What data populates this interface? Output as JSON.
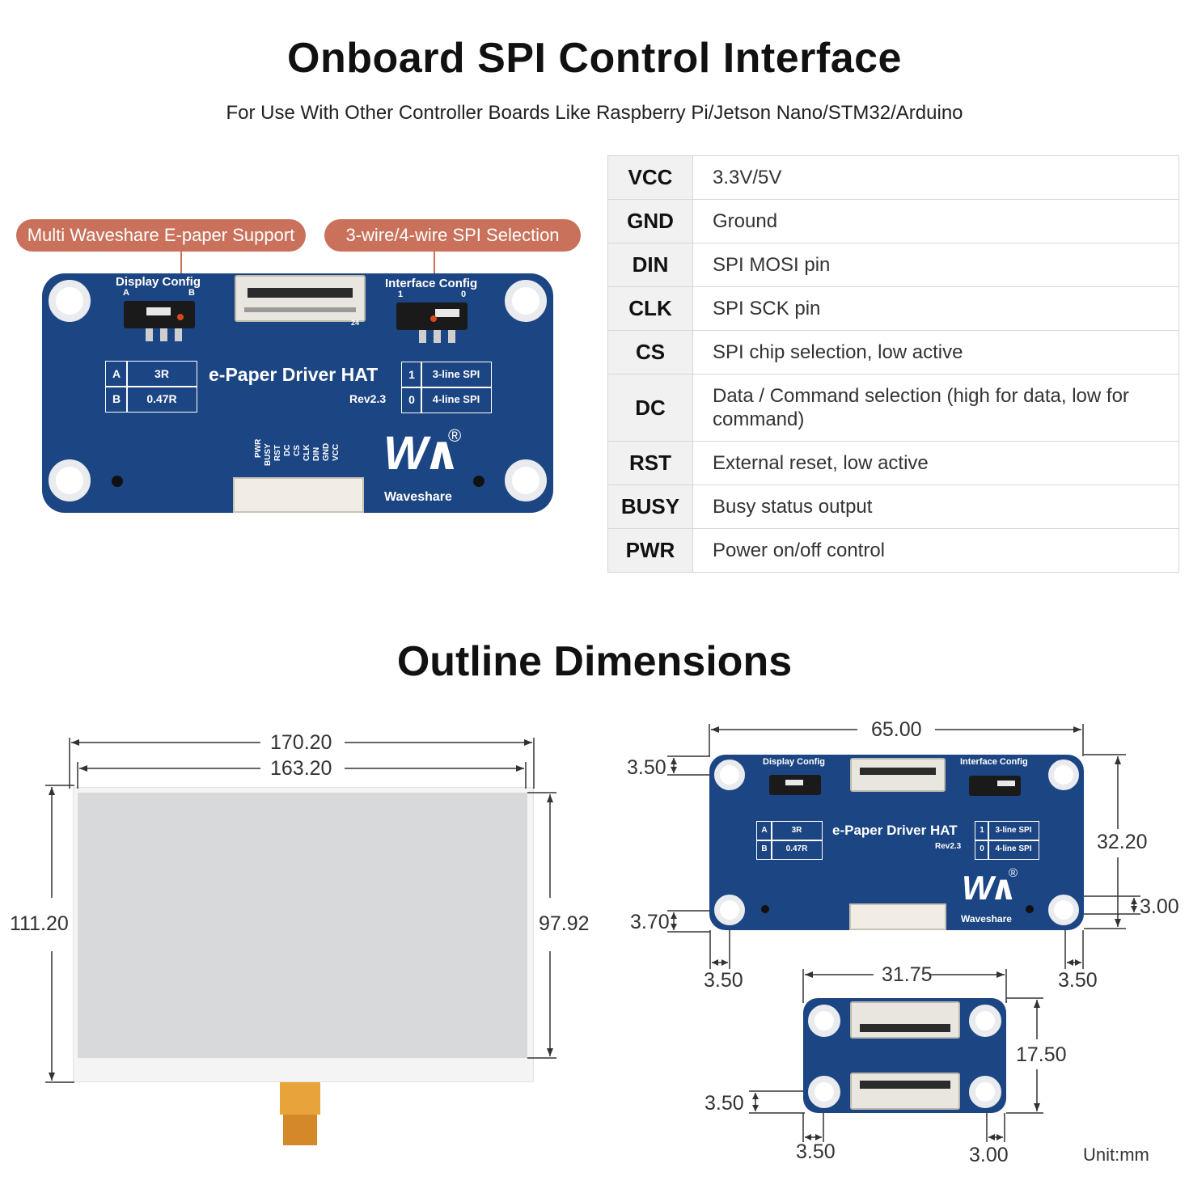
{
  "header": {
    "title": "Onboard SPI Control Interface",
    "subtitle": "For Use With Other Controller Boards Like Raspberry Pi/Jetson Nano/STM32/Arduino"
  },
  "callouts": {
    "display_config": "Multi Waveshare E-paper Support",
    "spi_selection": "3-wire/4-wire SPI Selection"
  },
  "board": {
    "display_config_label": "Display Config",
    "interface_config_label": "Interface Config",
    "switch_a": "A",
    "switch_b": "B",
    "switch_1": "1",
    "switch_0": "0",
    "fpc_pin_end": "24",
    "name": "e-Paper Driver HAT",
    "rev": "Rev2.3",
    "resistor_table": [
      {
        "key": "A",
        "value": "3R"
      },
      {
        "key": "B",
        "value": "0.47R"
      }
    ],
    "spi_table": [
      {
        "key": "1",
        "value": "3-line SPI"
      },
      {
        "key": "0",
        "value": "4-line SPI"
      }
    ],
    "pin_labels": [
      "PWR",
      "BUSY",
      "RST",
      "DC",
      "CS",
      "CLK",
      "DIN",
      "GND",
      "VCC"
    ],
    "brand": "Waveshare",
    "reg_mark": "®"
  },
  "pins": [
    {
      "name": "VCC",
      "desc": "3.3V/5V"
    },
    {
      "name": "GND",
      "desc": "Ground"
    },
    {
      "name": "DIN",
      "desc": "SPI MOSI pin"
    },
    {
      "name": "CLK",
      "desc": "SPI SCK pin"
    },
    {
      "name": "CS",
      "desc": "SPI chip selection, low active"
    },
    {
      "name": "DC",
      "desc": "Data / Command selection (high for data, low for command)"
    },
    {
      "name": "RST",
      "desc": "External reset, low active"
    },
    {
      "name": "BUSY",
      "desc": "Busy status output"
    },
    {
      "name": "PWR",
      "desc": "Power on/off control"
    }
  ],
  "outline": {
    "title": "Outline Dimensions",
    "epaper": {
      "outer_width": "170.20",
      "active_width": "163.20",
      "outer_height": "111.20",
      "active_height": "97.92"
    },
    "hat": {
      "width": "65.00",
      "height": "32.20",
      "top_hole_offset": "3.50",
      "bottom_hole_offset": "3.70",
      "right_hole_offset": "3.00",
      "left_hole_x": "3.50",
      "right_hole_x": "3.50"
    },
    "adapter": {
      "width": "31.75",
      "height": "17.50",
      "hole_offset_y": "3.50",
      "hole_offset_x_left": "3.50",
      "hole_offset_x_right": "3.00"
    },
    "unit": "Unit:mm"
  },
  "colors": {
    "pcb_blue": "#1c4583",
    "callout": "#c9715a",
    "table_header_bg": "#f1f1f1"
  }
}
